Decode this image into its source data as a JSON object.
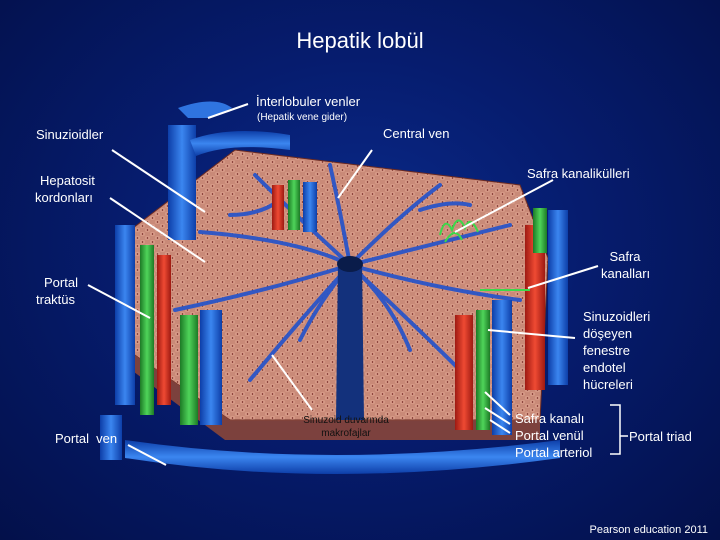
{
  "title": "Hepatik lobül",
  "labels": {
    "interlobular": "İnterlobuler venler",
    "interlobular_sub": "(Hepatik vene gider)",
    "central_vein": "Central ven",
    "sinusoids": "Sinuzioidler",
    "hepatocyte_line1": "Hepatosit",
    "hepatocyte_line2": "kordonları",
    "bile_canaliculi": "Safra kanalikülleri",
    "bile_ducts_line1": "Safra",
    "bile_ducts_line2": "kanalları",
    "portal_tract_line1": "Portal",
    "portal_tract_line2": "traktüs",
    "endothelial": [
      "Sinuzoidleri",
      "döşeyen",
      "fenestre",
      "endotel",
      "hücreleri"
    ],
    "portal_vein": "Portal  ven",
    "macrophages_line1": "Sinuzoid duvarında",
    "macrophages_line2": "makrofajlar",
    "triad_items": [
      "Safra kanalı",
      "Portal venül",
      "Portal arteriol"
    ],
    "portal_triad": "Portal triad"
  },
  "credit": "Pearson education 2011",
  "colors": {
    "background": "#061c6e",
    "portal_vein": "#1e5fd6",
    "hepatic_artery": "#d62b1e",
    "bile_duct": "#2fa83a",
    "parenchyma": "#b07060"
  }
}
